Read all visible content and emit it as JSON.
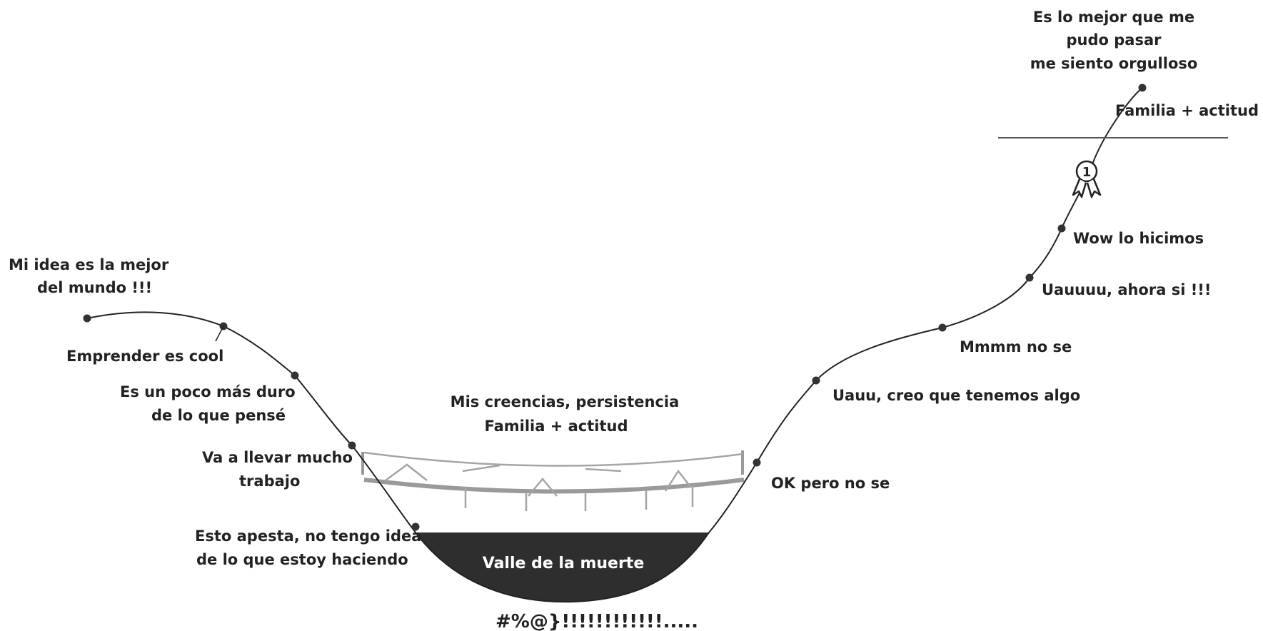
{
  "diagram": {
    "stages": [
      {
        "id": "start",
        "lines": [
          "Mi idea es la mejor",
          "del mundo !!!"
        ]
      },
      {
        "id": "cool",
        "lines": [
          "Emprender es cool"
        ]
      },
      {
        "id": "harder",
        "lines": [
          "Es un poco más duro",
          "de lo que pensé"
        ]
      },
      {
        "id": "work",
        "lines": [
          "Va a llevar mucho",
          "trabajo"
        ]
      },
      {
        "id": "sucks",
        "lines": [
          "Esto apesta, no tengo idea",
          "de lo que estoy haciendo"
        ]
      },
      {
        "id": "ok",
        "lines": [
          "OK pero no se"
        ]
      },
      {
        "id": "something",
        "lines": [
          "Uauu, creo que tenemos algo"
        ]
      },
      {
        "id": "mmm",
        "lines": [
          "Mmmm no se"
        ]
      },
      {
        "id": "now",
        "lines": [
          "Uauuuu, ahora si !!!"
        ]
      },
      {
        "id": "wow",
        "lines": [
          "Wow lo hicimos"
        ]
      },
      {
        "id": "best",
        "lines": [
          "Es lo mejor que me",
          "pudo pasar",
          "me siento orgulloso"
        ]
      }
    ],
    "bridge_label": [
      "Mis creencias, persistencia",
      "Familia + actitud"
    ],
    "finish_line_label": "Familia + actitud",
    "valley_label": "Valle de la muerte",
    "exclamation": "#%@}!!!!!!!!!!!!.....",
    "medal_number": "1",
    "icons": [
      "medal-icon"
    ],
    "colors": {
      "ink": "#222222",
      "valley_fill": "#2e2e2e",
      "bridge": "#9a9a9a"
    }
  }
}
